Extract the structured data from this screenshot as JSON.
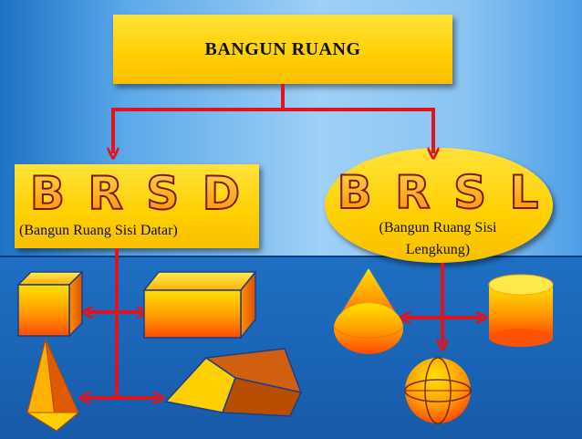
{
  "title": "BANGUN RUANG",
  "left_node": {
    "heading": "B R S D",
    "subtitle": "(Bangun Ruang Sisi Datar)",
    "shapes": [
      "cube-shape",
      "cuboid-shape",
      "pyramid-shape",
      "prism-shape"
    ]
  },
  "right_node": {
    "heading": "B R S L",
    "subtitle": "(Bangun Ruang Sisi Lengkung)",
    "shapes": [
      "cone-shape",
      "cylinder-shape",
      "sphere-shape"
    ]
  },
  "colors": {
    "box_fill": "#ffcf00",
    "connector": "#e0141e",
    "heading_fill": "#ffb000",
    "heading_stroke": "#7a1800",
    "background_bottom": "#1a63b4"
  }
}
